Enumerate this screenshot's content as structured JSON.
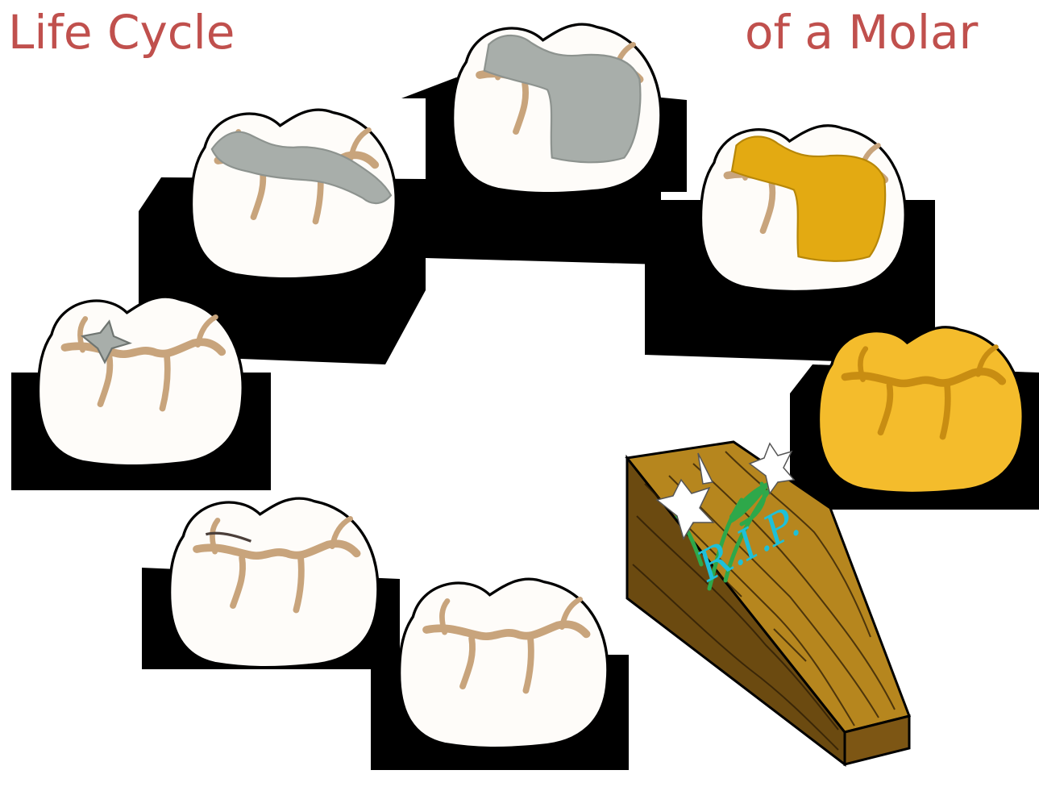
{
  "title": {
    "left": "Life Cycle",
    "right": "of a Molar"
  },
  "coffin": {
    "inscription": "R.I.P."
  },
  "colors": {
    "title": "#c0504d",
    "shadow": "#000000",
    "enamel": "#fefcf9",
    "groove": "#c8a47c",
    "amalgam": "#a8aeaa",
    "gold_inlay": "#e3aa12",
    "gold_crown": "#f4bc2c",
    "coffin_wood": "#b6861e",
    "inscription": "#1ec0d8",
    "lily_stem": "#2ea84a"
  },
  "stages": [
    {
      "id": "healthy",
      "fill": "none",
      "icon": "molar-healthy-icon"
    },
    {
      "id": "stained",
      "fill": "crack",
      "icon": "molar-stained-icon"
    },
    {
      "id": "small-filling",
      "fill": "amalgam-small",
      "icon": "molar-small-filling-icon"
    },
    {
      "id": "large-filling",
      "fill": "amalgam-large",
      "icon": "molar-large-filling-icon"
    },
    {
      "id": "extensive-filling",
      "fill": "amalgam-extensive",
      "icon": "molar-extensive-filling-icon"
    },
    {
      "id": "gold-onlay",
      "fill": "gold-onlay",
      "icon": "molar-gold-onlay-icon"
    },
    {
      "id": "gold-crown",
      "fill": "gold-crown",
      "icon": "molar-gold-crown-icon"
    },
    {
      "id": "extraction",
      "fill": "coffin",
      "icon": "coffin-icon"
    }
  ]
}
